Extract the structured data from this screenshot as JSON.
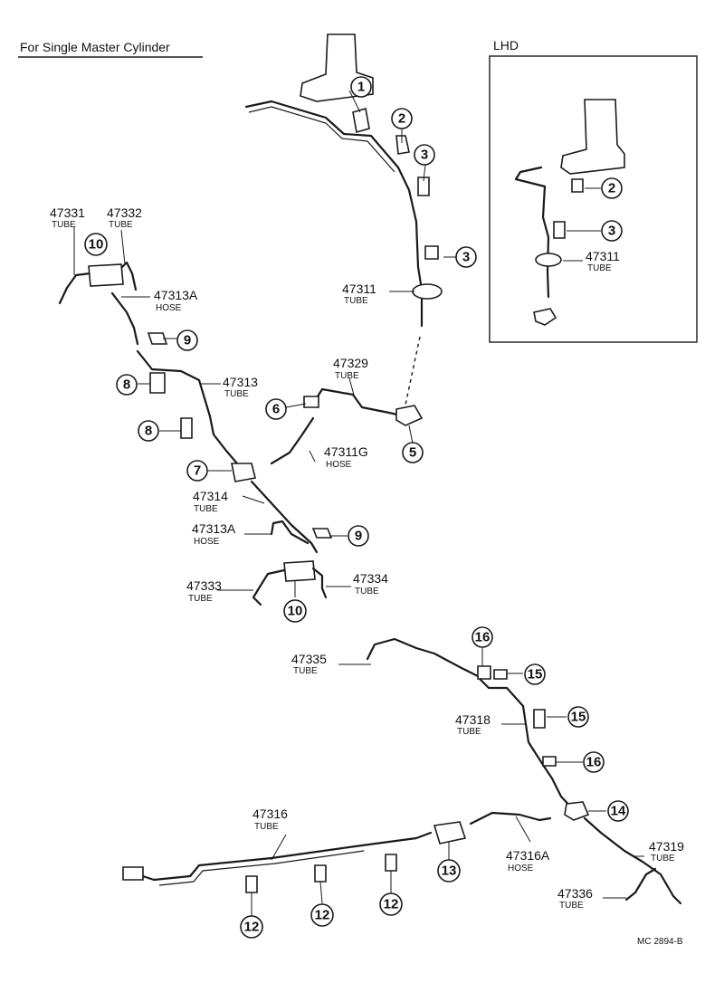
{
  "title": "For Single Master Cylinder",
  "inset_title": "LHD",
  "drawing_code": "MC 2894-B",
  "labels": {
    "l47331": {
      "num": "47331",
      "type": "TUBE"
    },
    "l47332": {
      "num": "47332",
      "type": "TUBE"
    },
    "l47313A_top": {
      "num": "47313A",
      "type": "HOSE"
    },
    "l47313": {
      "num": "47313",
      "type": "TUBE"
    },
    "l47311": {
      "num": "47311",
      "type": "TUBE"
    },
    "l47329": {
      "num": "47329",
      "type": "TUBE"
    },
    "l47311G": {
      "num": "47311G",
      "type": "HOSE"
    },
    "l47314": {
      "num": "47314",
      "type": "TUBE"
    },
    "l47313A_bot": {
      "num": "47313A",
      "type": "HOSE"
    },
    "l47333": {
      "num": "47333",
      "type": "TUBE"
    },
    "l47334": {
      "num": "47334",
      "type": "TUBE"
    },
    "l47311_lhd": {
      "num": "47311",
      "type": "TUBE"
    },
    "l47335": {
      "num": "47335",
      "type": "TUBE"
    },
    "l47318": {
      "num": "47318",
      "type": "TUBE"
    },
    "l47316": {
      "num": "47316",
      "type": "TUBE"
    },
    "l47316A": {
      "num": "47316A",
      "type": "HOSE"
    },
    "l47319": {
      "num": "47319",
      "type": "TUBE"
    },
    "l47336": {
      "num": "47336",
      "type": "TUBE"
    }
  },
  "callouts": {
    "c1": "1",
    "c2": "2",
    "c3a": "3",
    "c3b": "3",
    "c2_lhd": "2",
    "c3_lhd": "3",
    "c10a": "10",
    "c9a": "9",
    "c8a": "8",
    "c8b": "8",
    "c6": "6",
    "c5": "5",
    "c7": "7",
    "c9b": "9",
    "c10b": "10",
    "c16a": "16",
    "c15a": "15",
    "c15b": "15",
    "c16b": "16",
    "c14": "14",
    "c13": "13",
    "c12a": "12",
    "c12b": "12",
    "c12c": "12"
  }
}
